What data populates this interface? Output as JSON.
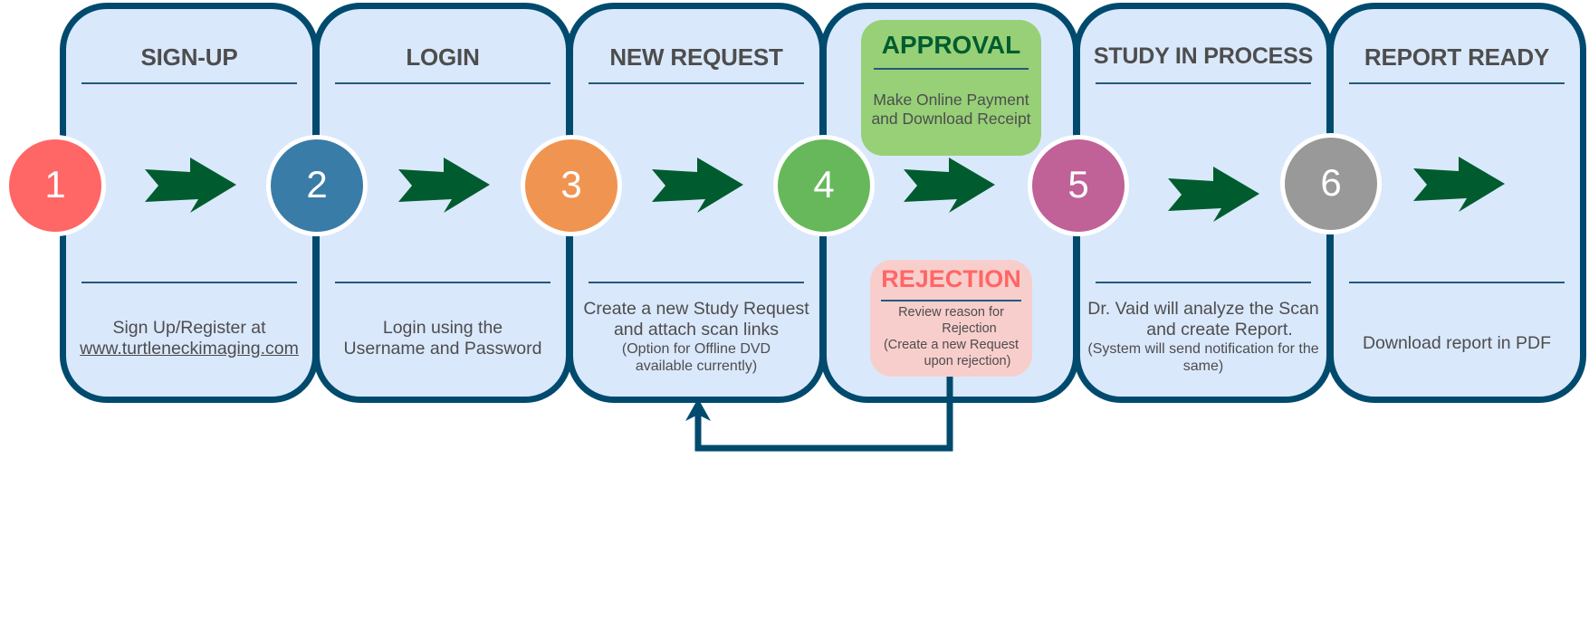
{
  "colors": {
    "panel_fill": "#dae8fc",
    "panel_border": "#004a6e",
    "arrow": "#005c2f",
    "approval_fill": "#97d077",
    "approval_title": "#005c2f",
    "rejection_fill": "#f8cecc",
    "rejection_title": "#ff6666",
    "connector": "#004a6e"
  },
  "steps": [
    {
      "number": "1",
      "title": "SIGN-UP",
      "color": "#ff6666",
      "text": "Sign Up/Register at",
      "link": "www.turtleneckimaging.com"
    },
    {
      "number": "2",
      "title": "LOGIN",
      "color": "#3a7ca8",
      "text_lines": [
        "Login using the",
        "Username and Password"
      ]
    },
    {
      "number": "3",
      "title": "NEW REQUEST",
      "color": "#f09452",
      "text_lines": [
        "Create a new Study Request",
        "and attach scan links"
      ],
      "note_lines": [
        "(Option for Offline DVD",
        "available currently)"
      ]
    },
    {
      "number": "4",
      "title": "",
      "color": "#67b85b"
    },
    {
      "number": "5",
      "title": "STUDY IN PROCESS",
      "color": "#c06198",
      "text_lines": [
        "Dr. Vaid will analyze the Scan",
        "and create Report."
      ],
      "note_lines": [
        "(System will send notification for the",
        "same)"
      ]
    },
    {
      "number": "6",
      "title": "REPORT READY",
      "color": "#999999",
      "text_lines": [
        "Download report in PDF"
      ]
    }
  ],
  "approval": {
    "title": "APPROVAL",
    "text_lines": [
      "Make Online Payment",
      "and Download Receipt"
    ]
  },
  "rejection": {
    "title": "REJECTION",
    "text_lines": [
      "Review reason for",
      "Rejection",
      "(Create a new Request",
      "upon rejection)"
    ]
  },
  "icons": {
    "step_arrow": "arrow-right-icon",
    "feedback_arrow": "arrow-up-icon"
  }
}
